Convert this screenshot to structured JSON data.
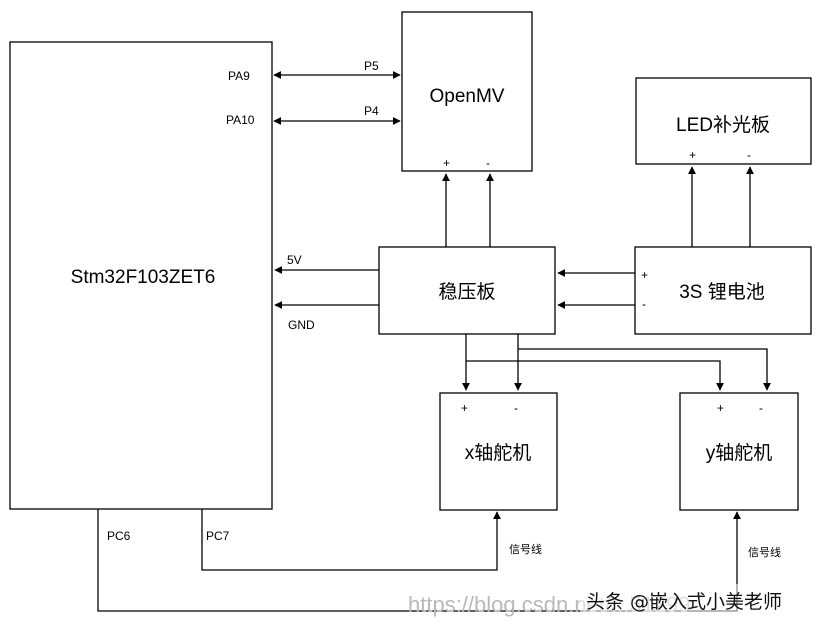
{
  "blocks": {
    "mcu": {
      "label": "Stm32F103ZET6",
      "pins": {
        "pa9": "PA9",
        "pa10": "PA10",
        "v5": "5V",
        "gnd": "GND",
        "pc6": "PC6",
        "pc7": "PC7"
      }
    },
    "openmv": {
      "label": "OpenMV",
      "plus": "+",
      "minus": "-",
      "p5": "P5",
      "p4": "P4"
    },
    "led": {
      "label": "LED补光板",
      "plus": "+",
      "minus": "-"
    },
    "regulator": {
      "label": "稳压板"
    },
    "battery": {
      "label": "3S 锂电池",
      "plus": "+",
      "minus": "-"
    },
    "servo_x": {
      "label": "x轴舵机",
      "plus": "+",
      "minus": "-",
      "signal": "信号线"
    },
    "servo_y": {
      "label": "y轴舵机",
      "plus": "+",
      "minus": "-",
      "signal": "信号线"
    }
  },
  "watermark": {
    "url": "https://blog.csdn.net/...51299",
    "author": "头条 @嵌入式小美老师"
  },
  "colors": {
    "line": "#000000",
    "watermark": "#b9b9b9"
  }
}
